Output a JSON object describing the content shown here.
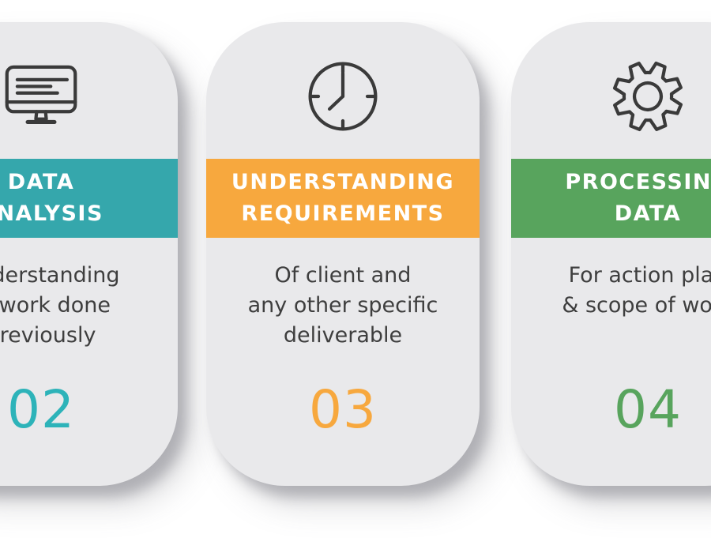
{
  "background_color": "#ffffff",
  "card_background_color": "#e9e9eb",
  "icon_stroke_color": "#3a3a3a",
  "body_text_color": "#3e3e3e",
  "cards": [
    {
      "step_id": "data-analysis",
      "icon": "monitor-icon",
      "accent_color": "#35a7ac",
      "title_lines": [
        "DATA",
        "ANALYSIS"
      ],
      "description_lines": [
        "Understanding",
        "of work done",
        "previously"
      ],
      "number": "02",
      "number_color": "#2db3b9"
    },
    {
      "step_id": "understanding-requirements",
      "icon": "clock-icon",
      "accent_color": "#f7a83e",
      "title_lines": [
        "UNDERSTANDING",
        "REQUIREMENTS"
      ],
      "description_lines": [
        "Of client and",
        "any other specific",
        "deliverable"
      ],
      "number": "03",
      "number_color": "#f7a83e"
    },
    {
      "step_id": "processing-data",
      "icon": "gear-icon",
      "accent_color": "#58a45d",
      "title_lines": [
        "PROCESSING",
        "DATA"
      ],
      "description_lines": [
        "For action plan",
        "& scope of work"
      ],
      "number": "04",
      "number_color": "#58a45d"
    }
  ]
}
